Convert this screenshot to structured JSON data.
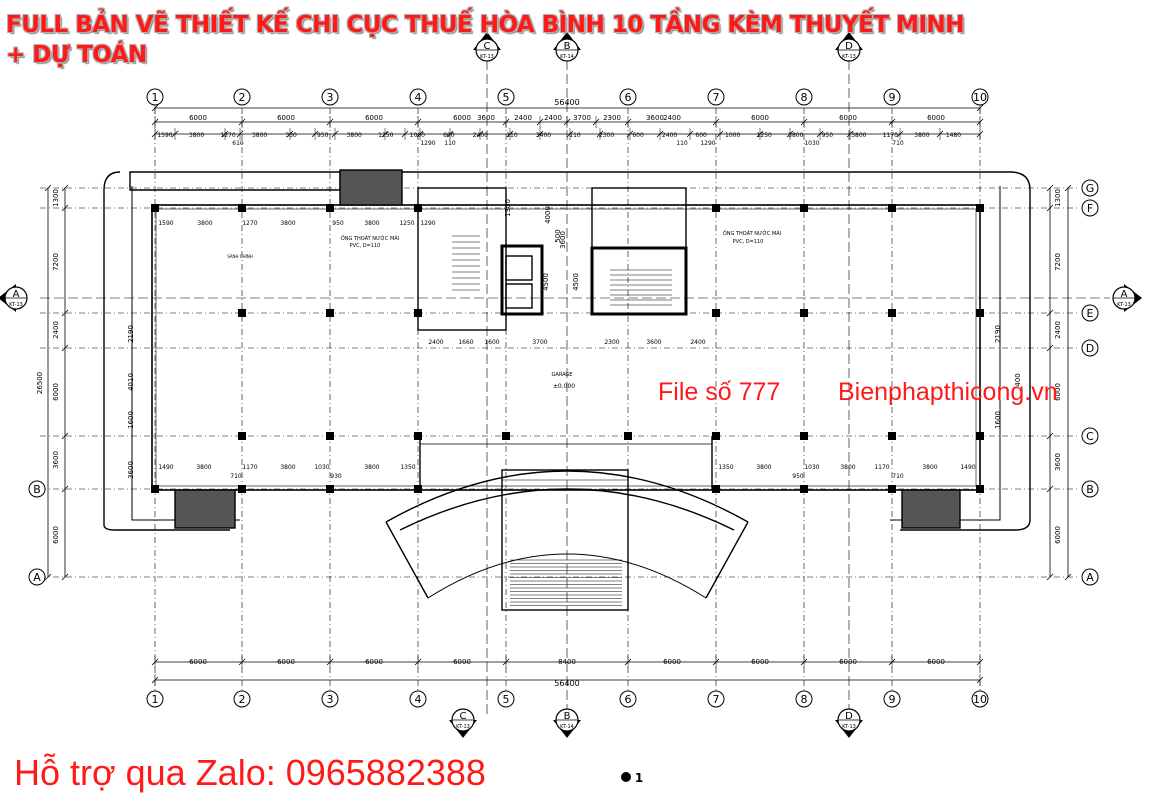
{
  "header": {
    "title_line1": "FULL BẢN VẼ THIẾT KẾ  CHI CỤC THUẾ HÒA BÌNH 10 TẦNG KÈM THUYẾT MINH",
    "title_line2": "+ DỰ TOÁN"
  },
  "overlay": {
    "file_label": "File số 777",
    "site_label": "Bienphapthicong.vn",
    "zalo_label": "Hỗ trợ qua Zalo: 0965882388"
  },
  "drawing": {
    "grid_columns": [
      "1",
      "2",
      "3",
      "4",
      "5",
      "6",
      "7",
      "8",
      "9",
      "10"
    ],
    "grid_rows_right": [
      "G",
      "F",
      "E",
      "D",
      "C",
      "B",
      "A"
    ],
    "grid_rows_left": [
      "B",
      "A"
    ],
    "total_length": "56400",
    "top_dims": [
      "6000",
      "6000",
      "6000",
      "6000",
      "3600",
      "2400",
      "2400",
      "3700",
      "2300",
      "3600",
      "2400",
      "6000",
      "6000",
      "6000"
    ],
    "top_sub_dims": [
      "1590",
      "3800",
      "1270",
      "3800",
      "330",
      "950",
      "3800",
      "1250",
      "1000",
      "600",
      "2400",
      "110",
      "3400",
      "110",
      "2300",
      "600",
      "2400",
      "600",
      "1000",
      "1250",
      "3800",
      "950",
      "3800",
      "1170",
      "3800",
      "1480"
    ],
    "top_sub_dims_row2": [
      "610",
      "1290",
      "110",
      "110",
      "1290",
      "1030",
      "710"
    ],
    "bottom_dims": [
      "6000",
      "6000",
      "6000",
      "6000",
      "8400",
      "6000",
      "6000",
      "6000",
      "6000"
    ],
    "left_dims": [
      "1300",
      "7200",
      "2400",
      "26500",
      "6000",
      "4010",
      "3600",
      "3600",
      "6000",
      "2190",
      "1600"
    ],
    "right_dims": [
      "1300",
      "7200",
      "2400",
      "6000",
      "3600",
      "6000",
      "2190",
      "1600",
      "400"
    ],
    "inner_top_dims": [
      "1590",
      "3800",
      "1270",
      "3800",
      "950",
      "3800",
      "1250",
      "1290"
    ],
    "inner_mid_dims": [
      "2400",
      "1660",
      "1600",
      "3700",
      "2300",
      "3600",
      "2400"
    ],
    "inner_bottom_left_dims": [
      "1490",
      "3800",
      "1170",
      "3800",
      "1030",
      "3800",
      "1350",
      "710",
      "930"
    ],
    "inner_bottom_right_dims": [
      "1350",
      "3800",
      "1030",
      "3800",
      "1170",
      "3800",
      "1490",
      "950",
      "710"
    ],
    "core_dims": [
      "1300",
      "4000",
      "500",
      "3600",
      "4500",
      "4500"
    ],
    "section_markers": [
      {
        "letter": "C",
        "sheet": "KT-13"
      },
      {
        "letter": "B",
        "sheet": "KT-14"
      },
      {
        "letter": "D",
        "sheet": "KT-13"
      },
      {
        "letter": "A",
        "sheet": "KT-13"
      }
    ],
    "notes": {
      "drain_pipe_label": "ỐNG THOÁT NƯỚC MÁI",
      "drain_pipe_spec": "PVC, D=110",
      "garage_label": "GARAGE",
      "garage_level": "±0.000",
      "lobby_label": "SẢNH CHÍNH",
      "item_number": "1"
    }
  }
}
